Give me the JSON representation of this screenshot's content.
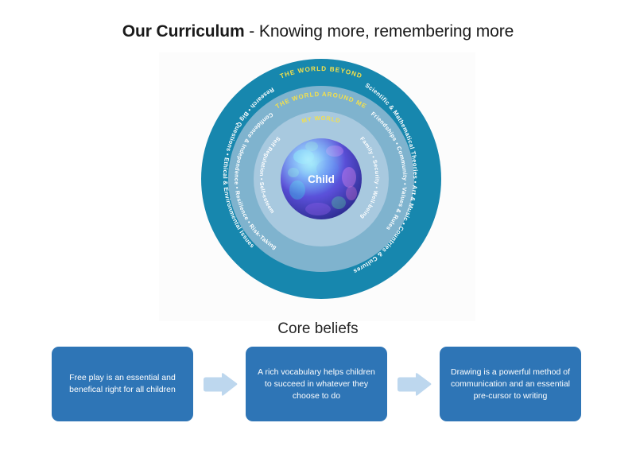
{
  "title": {
    "strong": "Our Curriculum",
    "rest": " - Knowing more, remembering more"
  },
  "colors": {
    "outer_ring": "#1787AE",
    "middle_ring": "#7FB3CE",
    "inner_ring": "#A8C9DF",
    "ring_heading": "#F4E04A",
    "ring_label": "#FFFFFF",
    "box_blue": "#2E75B6",
    "arrow_blue": "#BDD7EE",
    "panel_bg": "#FCFCFC",
    "title_text": "#1A1A1A"
  },
  "diagram": {
    "center_label": "Child",
    "rings": [
      {
        "id": "outer",
        "heading": "THE WORLD BEYOND",
        "labels_left": "Research  •  Big Questions  •  Ethical & Environmental Issues",
        "labels_right": "Scientific & Mathematical Theories  •  Art & Music  •  Countries & Cultures"
      },
      {
        "id": "middle",
        "heading": "THE WORLD AROUND ME",
        "labels_left": "Confidence & Independence  •  Resilience  •  Risk-Taking",
        "labels_right": "Friendships  •  Community  •  Values & Rules"
      },
      {
        "id": "inner",
        "heading": "MY WORLD",
        "labels_left": "Self Regulation  •  Self-esteem",
        "labels_right": "Family  •  Security  •  Well-being"
      }
    ]
  },
  "core_beliefs": {
    "heading": "Core beliefs",
    "boxes": [
      "Free play is an essential and benefical right for all children",
      "A rich vocabulary helps children to succeed in whatever they choose to do",
      "Drawing is a powerful method of communication and an essential pre-cursor to writing"
    ],
    "arrow_icon": "arrow-right-icon"
  }
}
